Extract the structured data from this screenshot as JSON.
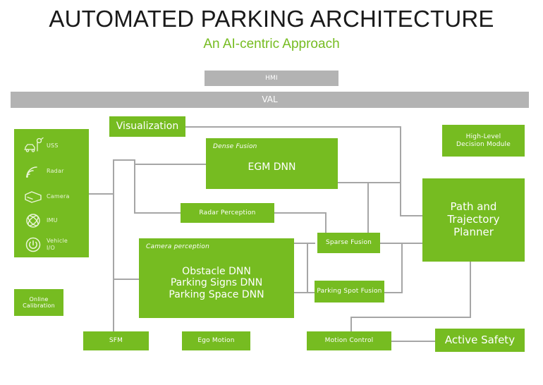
{
  "header": {
    "title": "AUTOMATED PARKING ARCHITECTURE",
    "subtitle": "An AI-centric Approach",
    "accent_color": "#76bc21",
    "title_color": "#1a1a1a"
  },
  "layers": {
    "hmi": "HMI",
    "val": "VAL",
    "bar_color": "#b3b3b3"
  },
  "sensors": {
    "panel_color": "#76bc21",
    "items": [
      {
        "label": "USS",
        "icon": "ultrasonic-sensor-icon"
      },
      {
        "label": "Radar",
        "icon": "radar-waves-icon"
      },
      {
        "label": "Camera",
        "icon": "camera-icon"
      },
      {
        "label": "IMU",
        "icon": "gyroscope-icon"
      },
      {
        "label": "Vehicle\nI/O",
        "icon": "power-button-icon"
      }
    ]
  },
  "blocks": {
    "visualization": "Visualization",
    "dense_fusion_caption": "Dense Fusion",
    "egm_dnn": "EGM DNN",
    "radar_perception": "Radar Perception",
    "camera_perception_caption": "Camera perception",
    "camera_perception": "Obstacle DNN\nParking Signs DNN\nParking Space DNN",
    "sparse_fusion": "Sparse Fusion",
    "parking_spot_fusion": "Parking Spot Fusion",
    "high_level_decision": "High-Level\nDecision Module",
    "path_planner": "Path and\nTrajectory\nPlanner",
    "online_calibration": "Online\nCalibration",
    "sfm": "SFM",
    "ego_motion": "Ego Motion",
    "motion_control": "Motion Control",
    "active_safety": "Active Safety"
  },
  "colors": {
    "block_green": "#76bc21",
    "connector_grey": "#a6a6a6",
    "background": "#ffffff"
  }
}
